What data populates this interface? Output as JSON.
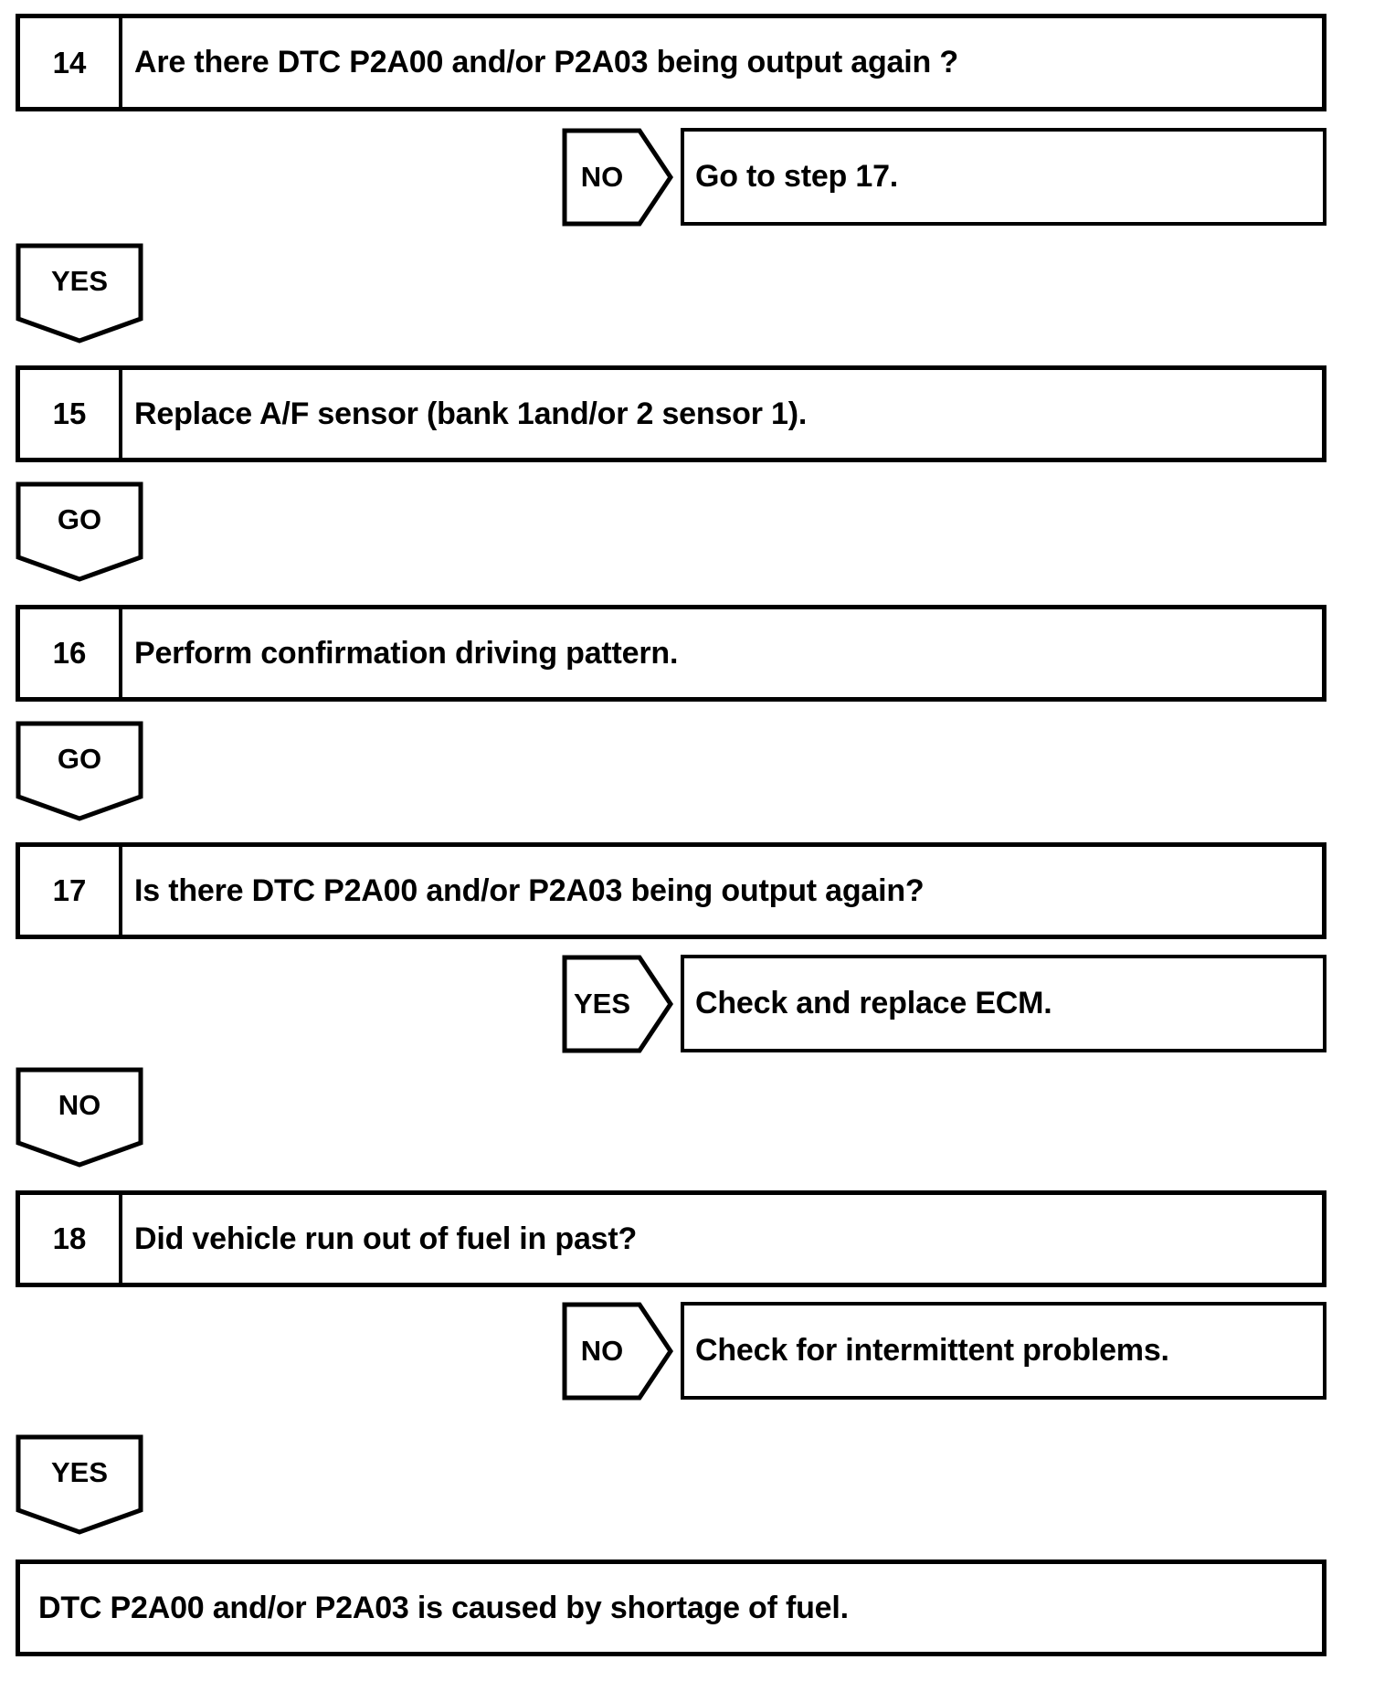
{
  "page": {
    "background": "#ffffff",
    "ink": "#000000"
  },
  "flowchart": {
    "steps": [
      {
        "number": "14",
        "text": "Are there DTC P2A00 and/or P2A03 being output again ?"
      },
      {
        "number": "15",
        "text": "Replace A/F sensor (bank 1and/or 2 sensor 1)."
      },
      {
        "number": "16",
        "text": "Perform confirmation driving pattern."
      },
      {
        "number": "17",
        "text": "Is there DTC P2A00 and/or P2A03 being output again?"
      },
      {
        "number": "18",
        "text": "Did vehicle run out of fuel in past?"
      }
    ],
    "branches": [
      {
        "label": "NO",
        "result": "Go to step 17."
      },
      {
        "label": "YES",
        "result": "Check and replace ECM."
      },
      {
        "label": "NO",
        "result": "Check for intermittent problems."
      }
    ],
    "connectors": [
      {
        "label": "YES"
      },
      {
        "label": "GO"
      },
      {
        "label": "GO"
      },
      {
        "label": "NO"
      },
      {
        "label": "YES"
      }
    ],
    "conclusion": "DTC P2A00 and/or P2A03 is caused by shortage of fuel."
  }
}
